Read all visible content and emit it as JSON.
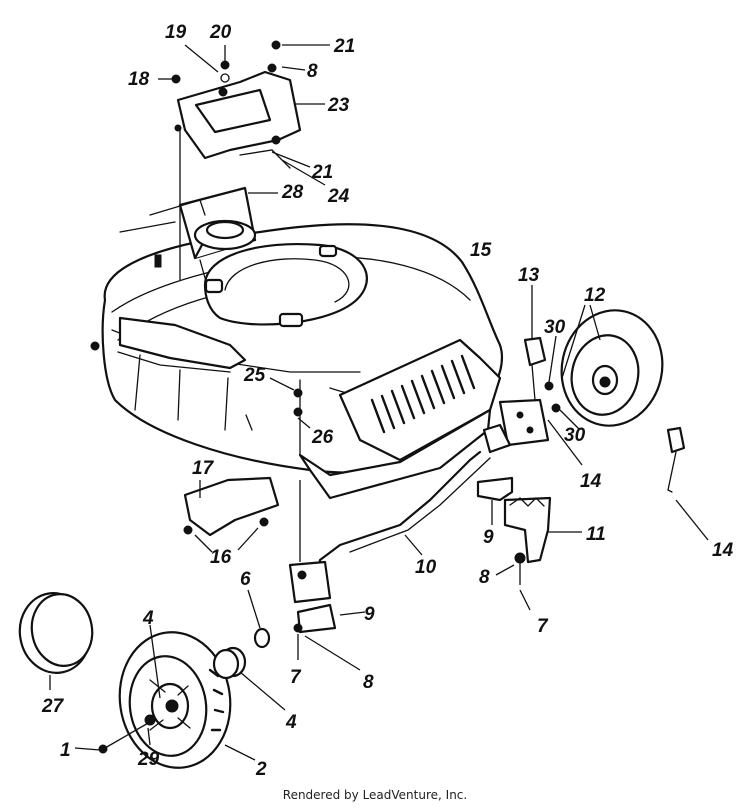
{
  "callouts": {
    "c1": "1",
    "c2": "2",
    "c4a": "4",
    "c4b": "4",
    "c6": "6",
    "c7a": "7",
    "c7b": "7",
    "c8a": "8",
    "c8b": "8",
    "c8c": "8",
    "c9a": "9",
    "c9b": "9",
    "c10": "10",
    "c11": "11",
    "c12": "12",
    "c13": "13",
    "c14a": "14",
    "c14b": "14",
    "c15": "15",
    "c16": "16",
    "c17": "17",
    "c18": "18",
    "c19": "19",
    "c20": "20",
    "c21a": "21",
    "c21b": "21",
    "c23": "23",
    "c24": "24",
    "c25": "25",
    "c26": "26",
    "c27": "27",
    "c28": "28",
    "c29": "29",
    "c30a": "30",
    "c30b": "30"
  },
  "footer": {
    "credit": "Rendered by LeadVenture, Inc."
  }
}
